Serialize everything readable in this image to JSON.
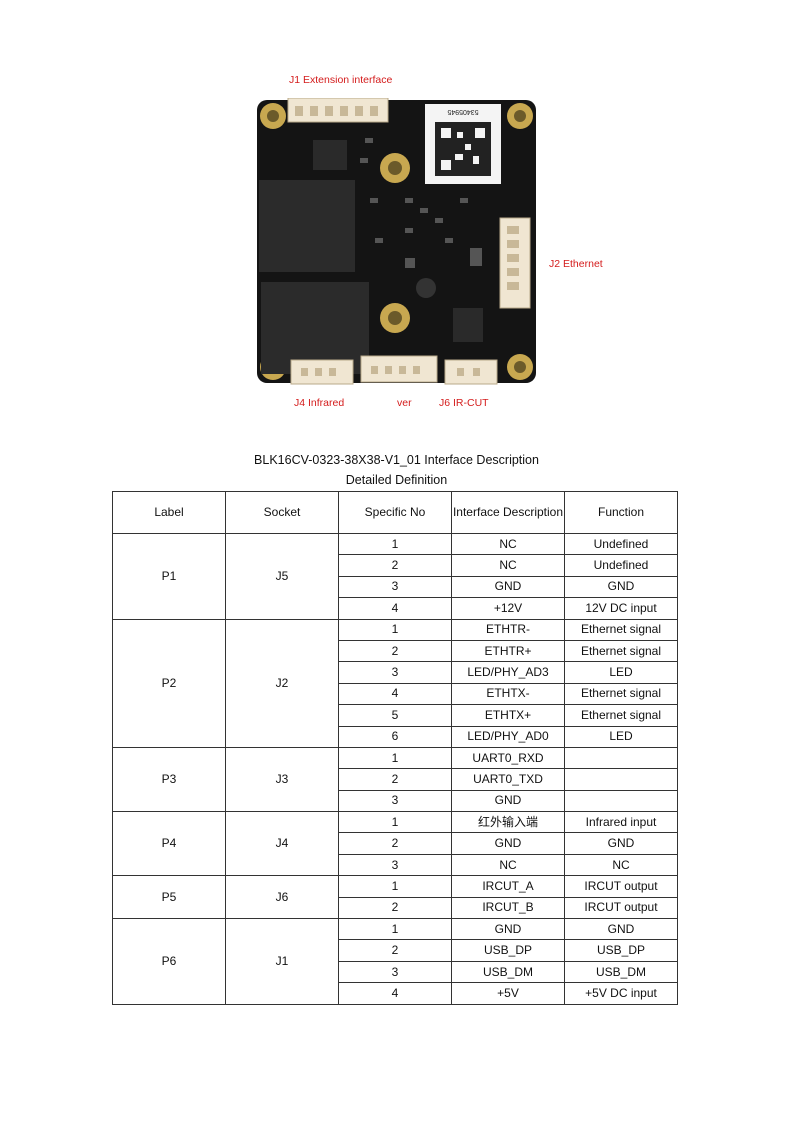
{
  "callouts": {
    "j1": "J1 Extension interface",
    "j2": "J2 Ethernet",
    "j4": "J4 Infrared",
    "j5_partial": "ver",
    "j6": "J6 IR-CUT"
  },
  "board_qr_text": "53405945",
  "titles": {
    "main": "BLK16CV-0323-38X38-V1_01 Interface Description",
    "sub": "Detailed Definition"
  },
  "table": {
    "headers": [
      "Label",
      "Socket",
      "Specific No",
      "Interface Description",
      "Function"
    ],
    "groups": [
      {
        "label": "P1",
        "socket": "J5",
        "rows": [
          [
            "1",
            "NC",
            "Undefined"
          ],
          [
            "2",
            "NC",
            "Undefined"
          ],
          [
            "3",
            "GND",
            "GND"
          ],
          [
            "4",
            "+12V",
            "12V DC input"
          ]
        ]
      },
      {
        "label": "P2",
        "socket": "J2",
        "rows": [
          [
            "1",
            "ETHTR-",
            "Ethernet signal"
          ],
          [
            "2",
            "ETHTR+",
            "Ethernet signal"
          ],
          [
            "3",
            "LED/PHY_AD3",
            "LED"
          ],
          [
            "4",
            "ETHTX-",
            "Ethernet signal"
          ],
          [
            "5",
            "ETHTX+",
            "Ethernet signal"
          ],
          [
            "6",
            "LED/PHY_AD0",
            "LED"
          ]
        ]
      },
      {
        "label": "P3",
        "socket": "J3",
        "rows": [
          [
            "1",
            "UART0_RXD",
            ""
          ],
          [
            "2",
            "UART0_TXD",
            ""
          ],
          [
            "3",
            "GND",
            ""
          ]
        ]
      },
      {
        "label": "P4",
        "socket": "J4",
        "rows": [
          [
            "1",
            "红外输入端",
            "Infrared input"
          ],
          [
            "2",
            "GND",
            "GND"
          ],
          [
            "3",
            "NC",
            "NC"
          ]
        ]
      },
      {
        "label": "P5",
        "socket": "J6",
        "rows": [
          [
            "1",
            "IRCUT_A",
            "IRCUT output"
          ],
          [
            "2",
            "IRCUT_B",
            "IRCUT output"
          ]
        ]
      },
      {
        "label": "P6",
        "socket": "J1",
        "rows": [
          [
            "1",
            "GND",
            "GND"
          ],
          [
            "2",
            "USB_DP",
            "USB_DP"
          ],
          [
            "3",
            "USB_DM",
            "USB_DM"
          ],
          [
            "4",
            "+5V",
            "+5V DC input"
          ]
        ]
      }
    ]
  }
}
